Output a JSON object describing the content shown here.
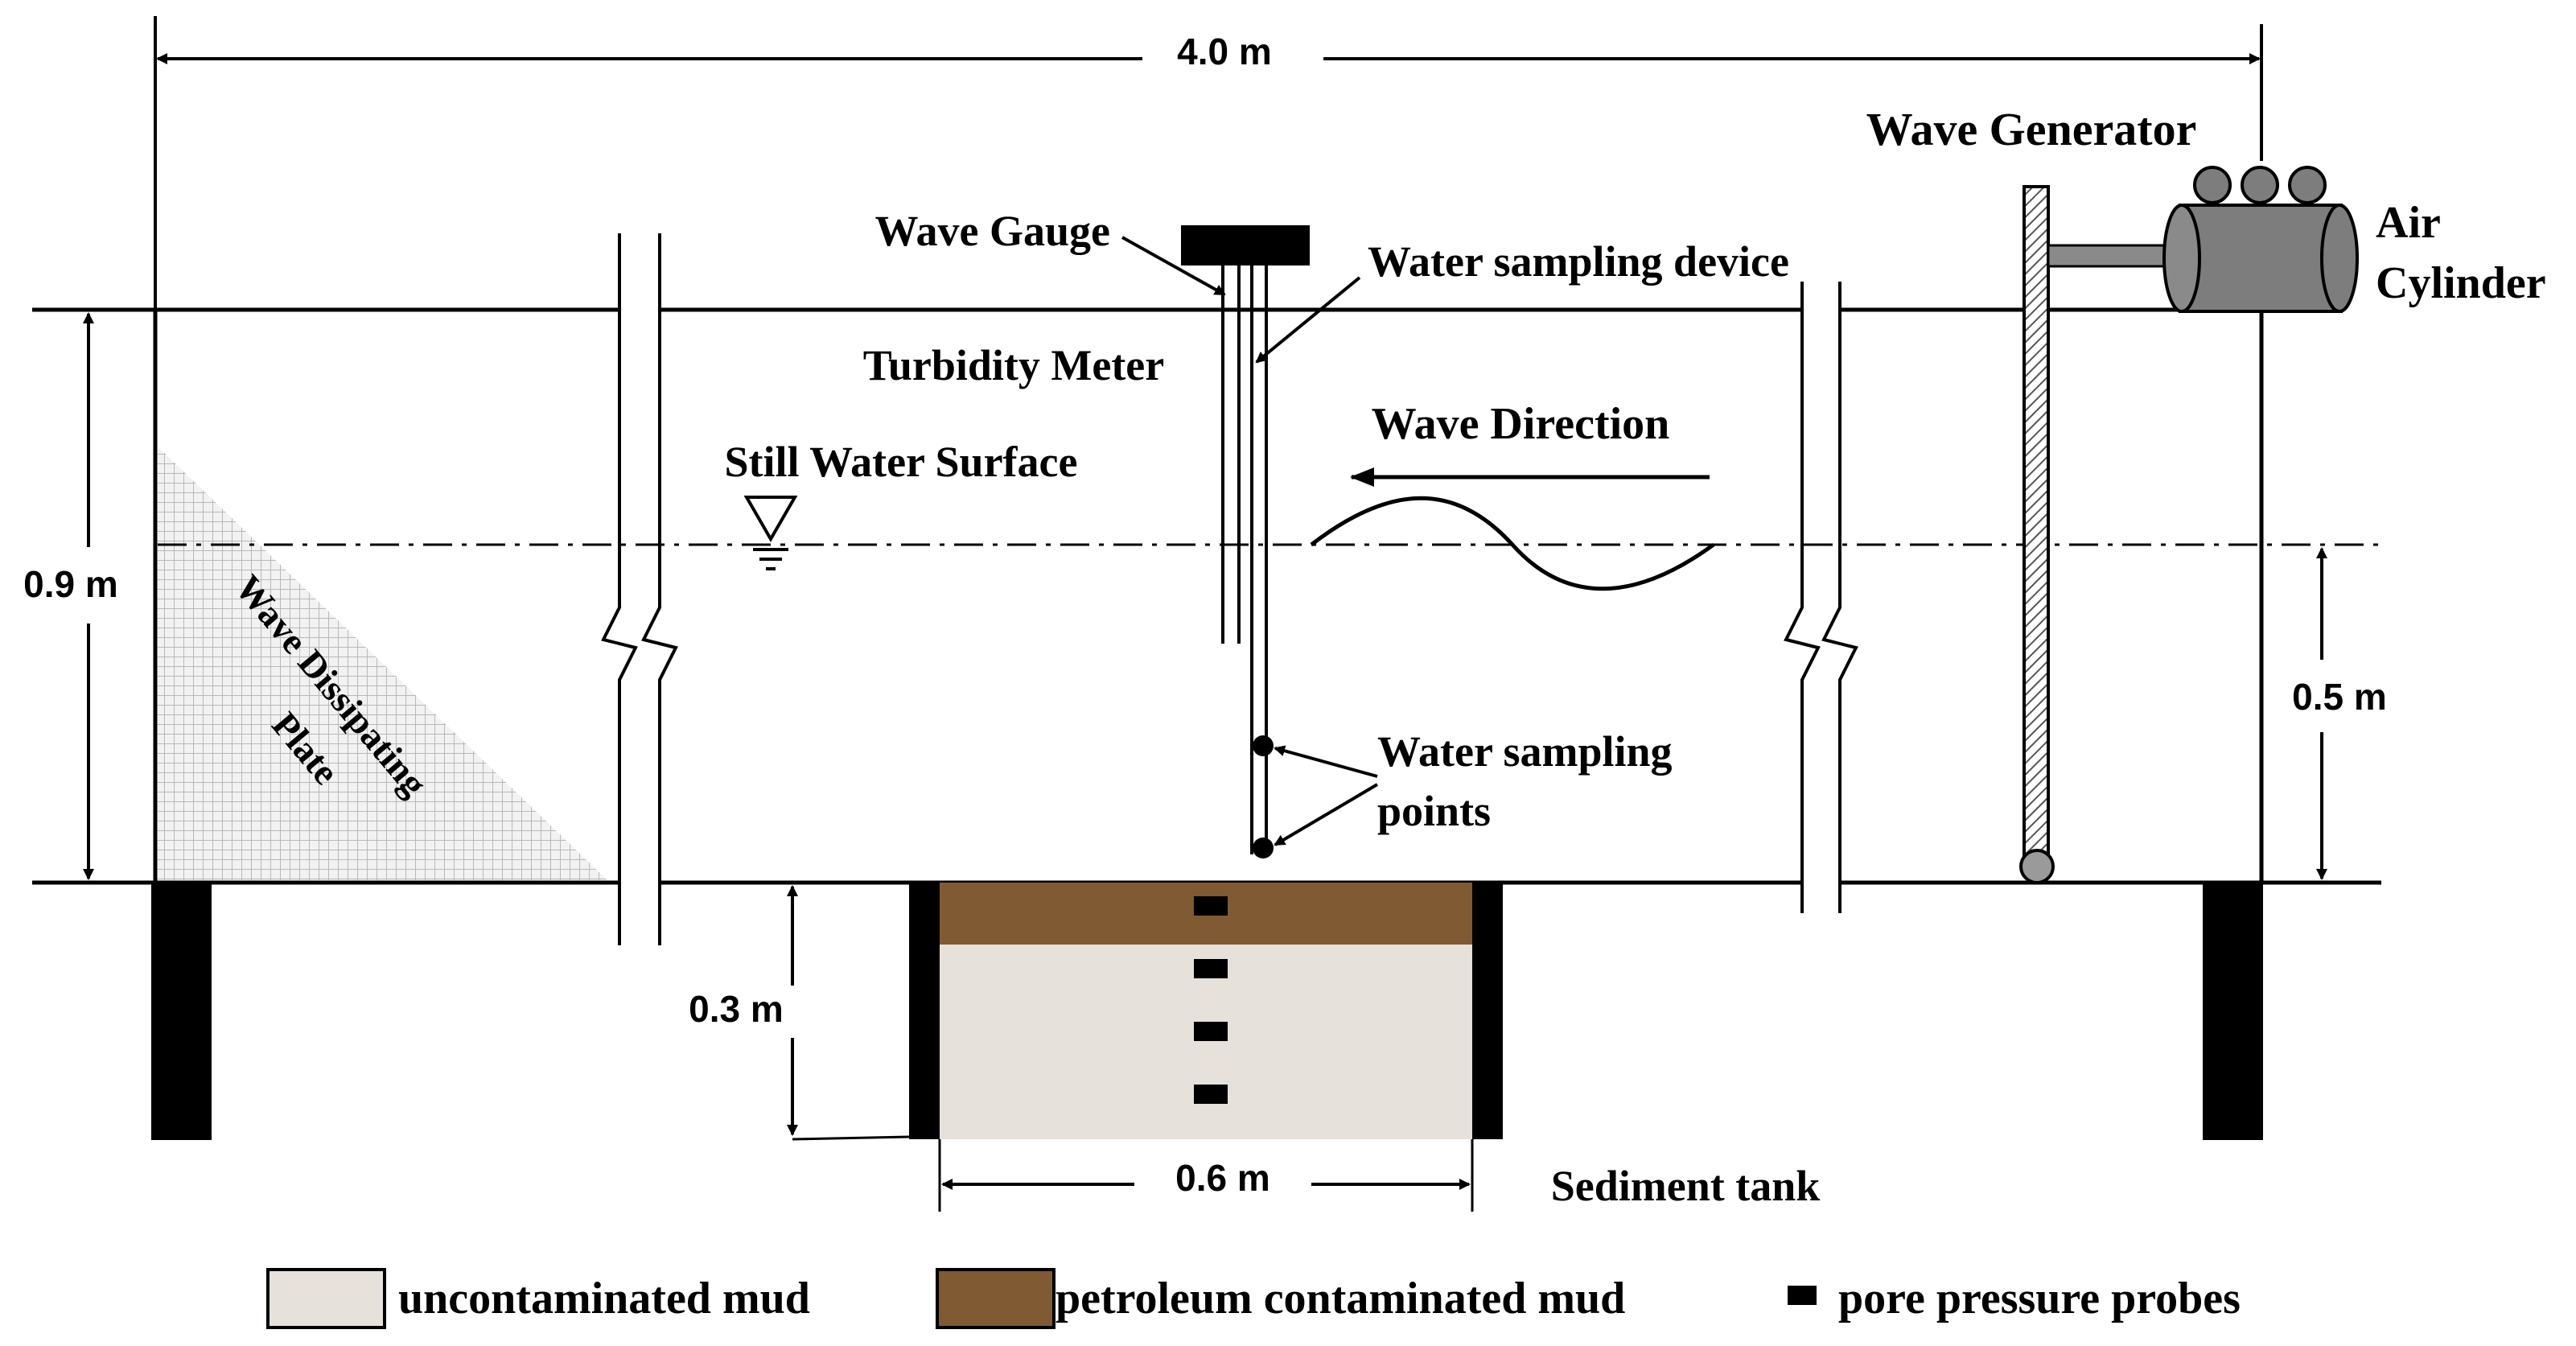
{
  "dimensions": {
    "length": "4.0 m",
    "height": "0.9 m",
    "water_depth": "0.5 m",
    "sediment_depth": "0.3 m",
    "sediment_width": "0.6 m"
  },
  "labels": {
    "wave_generator": "Wave Generator",
    "air_cylinder_1": "Air",
    "air_cylinder_2": "Cylinder",
    "wave_gauge": "Wave Gauge",
    "water_sampling_device": "Water sampling device",
    "turbidity_meter": "Turbidity Meter",
    "still_water_surface": "Still Water Surface",
    "wave_direction": "Wave Direction",
    "wave_dissipating_1": "Wave Dissipating",
    "wave_dissipating_2": "Plate",
    "water_sampling_points_1": "Water sampling",
    "water_sampling_points_2": "points",
    "sediment_tank": "Sediment tank"
  },
  "legend": {
    "uncontaminated": "uncontaminated mud",
    "contaminated": "petroleum contaminated mud",
    "probes": "pore pressure probes"
  },
  "colors": {
    "uncontaminated_mud": "#e6e1db",
    "contaminated_mud": "#7f5a32",
    "air_cylinder": "#7d7d7d",
    "piston_plate": "#9a9a9a",
    "outline": "#000000"
  }
}
